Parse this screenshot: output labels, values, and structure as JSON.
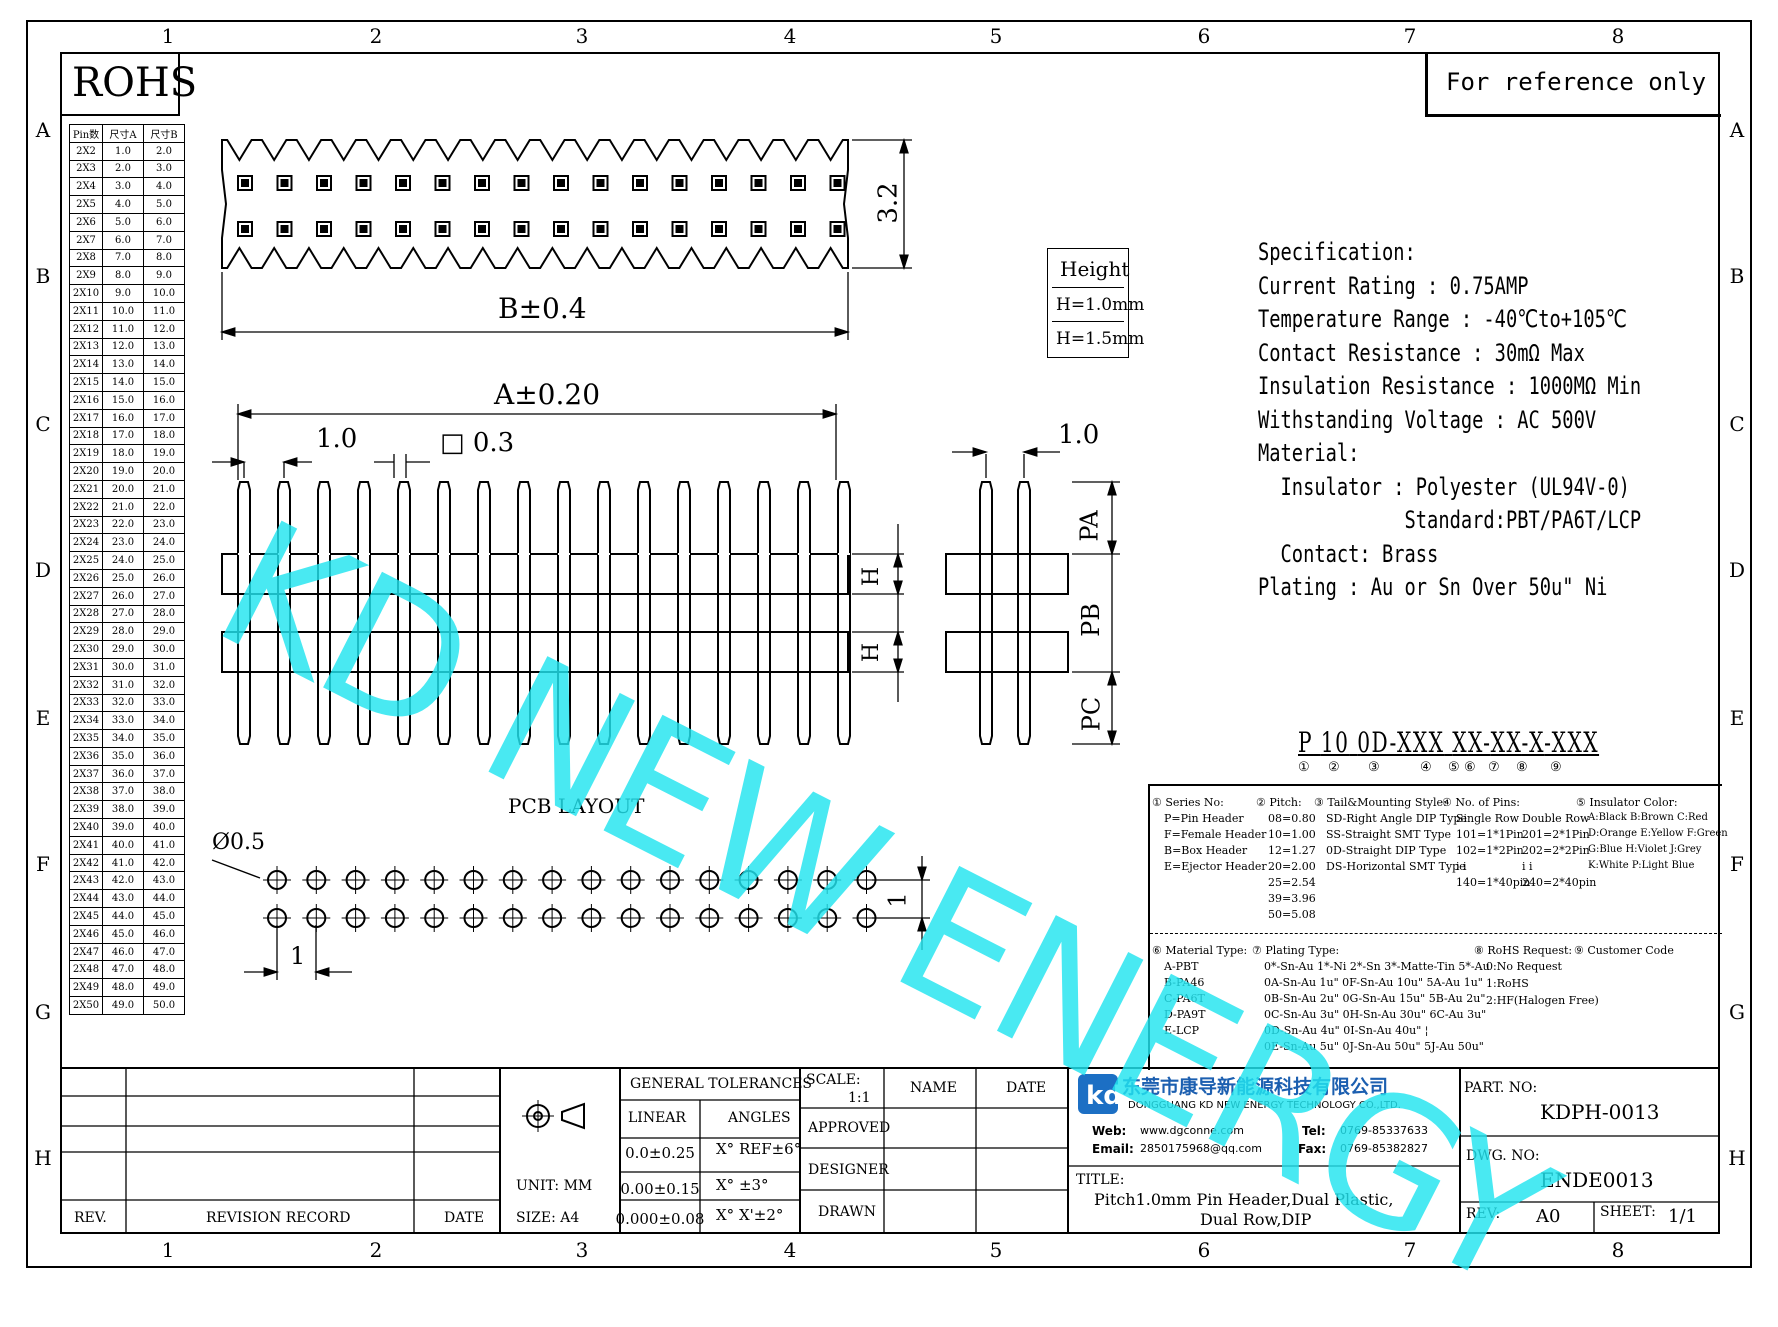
{
  "frame": {
    "col_labels": [
      "1",
      "2",
      "3",
      "4",
      "5",
      "6",
      "7",
      "8"
    ],
    "row_labels": [
      "A",
      "B",
      "C",
      "D",
      "E",
      "F",
      "G",
      "H"
    ]
  },
  "rohs": "ROHS",
  "reference_note": "For reference only",
  "watermark": "KD NEW ENERGY",
  "pin_table": {
    "headers": [
      "Pin数",
      "尺寸A",
      "尺寸B"
    ],
    "rows": [
      [
        "2X2",
        "1.0",
        "2.0"
      ],
      [
        "2X3",
        "2.0",
        "3.0"
      ],
      [
        "2X4",
        "3.0",
        "4.0"
      ],
      [
        "2X5",
        "4.0",
        "5.0"
      ],
      [
        "2X6",
        "5.0",
        "6.0"
      ],
      [
        "2X7",
        "6.0",
        "7.0"
      ],
      [
        "2X8",
        "7.0",
        "8.0"
      ],
      [
        "2X9",
        "8.0",
        "9.0"
      ],
      [
        "2X10",
        "9.0",
        "10.0"
      ],
      [
        "2X11",
        "10.0",
        "11.0"
      ],
      [
        "2X12",
        "11.0",
        "12.0"
      ],
      [
        "2X13",
        "12.0",
        "13.0"
      ],
      [
        "2X14",
        "13.0",
        "14.0"
      ],
      [
        "2X15",
        "14.0",
        "15.0"
      ],
      [
        "2X16",
        "15.0",
        "16.0"
      ],
      [
        "2X17",
        "16.0",
        "17.0"
      ],
      [
        "2X18",
        "17.0",
        "18.0"
      ],
      [
        "2X19",
        "18.0",
        "19.0"
      ],
      [
        "2X20",
        "19.0",
        "20.0"
      ],
      [
        "2X21",
        "20.0",
        "21.0"
      ],
      [
        "2X22",
        "21.0",
        "22.0"
      ],
      [
        "2X23",
        "22.0",
        "23.0"
      ],
      [
        "2X24",
        "23.0",
        "24.0"
      ],
      [
        "2X25",
        "24.0",
        "25.0"
      ],
      [
        "2X26",
        "25.0",
        "26.0"
      ],
      [
        "2X27",
        "26.0",
        "27.0"
      ],
      [
        "2X28",
        "27.0",
        "28.0"
      ],
      [
        "2X29",
        "28.0",
        "29.0"
      ],
      [
        "2X30",
        "29.0",
        "30.0"
      ],
      [
        "2X31",
        "30.0",
        "31.0"
      ],
      [
        "2X32",
        "31.0",
        "32.0"
      ],
      [
        "2X33",
        "32.0",
        "33.0"
      ],
      [
        "2X34",
        "33.0",
        "34.0"
      ],
      [
        "2X35",
        "34.0",
        "35.0"
      ],
      [
        "2X36",
        "35.0",
        "36.0"
      ],
      [
        "2X37",
        "36.0",
        "37.0"
      ],
      [
        "2X38",
        "37.0",
        "38.0"
      ],
      [
        "2X39",
        "38.0",
        "39.0"
      ],
      [
        "2X40",
        "39.0",
        "40.0"
      ],
      [
        "2X41",
        "40.0",
        "41.0"
      ],
      [
        "2X42",
        "41.0",
        "42.0"
      ],
      [
        "2X43",
        "42.0",
        "43.0"
      ],
      [
        "2X44",
        "43.0",
        "44.0"
      ],
      [
        "2X45",
        "44.0",
        "45.0"
      ],
      [
        "2X46",
        "45.0",
        "46.0"
      ],
      [
        "2X47",
        "46.0",
        "47.0"
      ],
      [
        "2X48",
        "47.0",
        "48.0"
      ],
      [
        "2X49",
        "48.0",
        "49.0"
      ],
      [
        "2X50",
        "49.0",
        "50.0"
      ]
    ]
  },
  "dims": {
    "height32": "3.2",
    "b": "B±0.4",
    "a": "A±0.20",
    "pitch_left": "1.0",
    "sq": "□ 0.3",
    "pitch_right": "1.0",
    "h1": "H",
    "h2": "H",
    "pa": "PA",
    "pb": "PB",
    "pc": "PC",
    "pcb_layout": "PCB LAYOUT",
    "hole": "Ø0.5",
    "pcb_pitch": "1",
    "pcb_row": "1"
  },
  "height_table": {
    "title": "Height",
    "rows": [
      "H=1.0mm",
      "H=1.5mm"
    ]
  },
  "spec": [
    "Specification:",
    "Current Rating : 0.75AMP",
    "Temperature Range : -40℃to+105℃",
    "Contact Resistance : 30mΩ Max",
    "Insulation Resistance : 1000MΩ Min",
    "Withstanding Voltage : AC 500V",
    "Material:",
    "  Insulator : Polyester (UL94V-0)",
    "             Standard:PBT/PA6T/LCP",
    "  Contact: Brass",
    "Plating : Au or Sn Over 50u\" Ni"
  ],
  "part_code": {
    "parts": [
      "P",
      "10",
      "0D-XXX",
      "X",
      "X-",
      "XX",
      "-X",
      "-XXX"
    ],
    "markers": [
      "①",
      "②",
      "③",
      "④",
      "⑤",
      "⑥",
      "⑦",
      "⑧",
      "⑨"
    ]
  },
  "legend1": {
    "series": {
      "title": "① Series No:",
      "items": [
        "P=Pin Header",
        "F=Female Header",
        "B=Box Header",
        "E=Ejector Header"
      ]
    },
    "pitch": {
      "title": "② Pitch:",
      "items": [
        "08=0.80",
        "10=1.00",
        "12=1.27",
        "20=2.00",
        "25=2.54",
        "39=3.96",
        "50=5.08"
      ]
    },
    "tail": {
      "title": "③ Tail&Mounting Style:",
      "items": [
        "SD-Right Angle DIP Type",
        "SS-Straight SMT Type",
        "0D-Straight DIP Type",
        "DS-Horizontal SMT Type"
      ]
    },
    "pins": {
      "title": "④ No. of Pins:",
      "col1_title": "Single Row",
      "col1": [
        "101=1*1Pin",
        "102=1*2Pin",
        "i  i",
        "140=1*40pin"
      ],
      "col2_title": "Double Row",
      "col2": [
        "201=2*1Pin",
        "202=2*2Pin",
        "i  i",
        "240=2*40pin"
      ]
    },
    "color": {
      "title": "⑤ Insulator Color:",
      "items": [
        "A:Black  B:Brown  C:Red",
        "D:Orange E:Yellow F:Green",
        "G:Blue   H:Violet J:Grey",
        "K:White  P:Light Blue"
      ]
    }
  },
  "legend2": {
    "material": {
      "title": "⑥ Material Type:",
      "items": [
        "A-PBT",
        "B-PA46",
        "C-PA6T",
        "D-PA9T",
        "E-LCP"
      ]
    },
    "plating": {
      "title": "⑦ Plating Type:",
      "items": [
        "0*-Sn-Au 1*-Ni 2*-Sn 3*-Matte-Tin 5*-Au",
        "0A-Sn-Au 1u\" 0F-Sn-Au 10u\" 5A-Au 1u\"",
        "0B-Sn-Au 2u\" 0G-Sn-Au 15u\" 5B-Au 2u\"",
        "0C-Sn-Au 3u\" 0H-Sn-Au 30u\" 6C-Au 3u\"",
        "0D-Sn-Au 4u\" 0I-Sn-Au 40u\"    ¦",
        "0E-Sn-Au 5u\" 0J-Sn-Au 50u\" 5J-Au 50u\""
      ]
    },
    "rohs": {
      "title": "⑧ RoHS Request:",
      "items": [
        "0:No Request",
        "1:RoHS",
        "2:HF(Halogen Free)"
      ]
    },
    "customer": {
      "title": "⑨ Customer Code"
    }
  },
  "title_block": {
    "rev": "REV.",
    "revision_record": "REVISION RECORD",
    "date": "DATE",
    "general_tolerances": "GENERAL TOLERANCES",
    "linear": "LINEAR",
    "angles": "ANGLES",
    "tol": [
      [
        "0.0±0.25",
        "X° REF±6°"
      ],
      [
        "0.00±0.15",
        "X° ±3°"
      ],
      [
        "0.000±0.08",
        "X° X'±2°"
      ]
    ],
    "unit": "UNIT: MM",
    "size": "SIZE: A4",
    "scale_label": "SCALE:",
    "scale_value": "1:1",
    "name": "NAME",
    "date2": "DATE",
    "approved": "APPROVED",
    "designer": "DESIGNER",
    "drawn": "DRAWN",
    "company_cn": "东莞市康导新能源科技有限公司",
    "company_en": "DONGGUANG KD NEW ENERGY TECHNOLOGY CO.,LTD.",
    "web_label": "Web:",
    "web": "www.dgconne.com",
    "tel_label": "Tel:",
    "tel": "0769-85337633",
    "email_label": "Email:",
    "email": "2850175968@qq.com",
    "fax_label": "Fax:",
    "fax": "0769-85382827",
    "title_label": "TITLE:",
    "title_line1": "Pitch1.0mm Pin Header,Dual Plastic,",
    "title_line2": "Dual Row,DIP",
    "part_no_label": "PART. NO:",
    "part_no": "KDPH-0013",
    "dwg_no_label": "DWG. NO:",
    "dwg_no": "ENDE0013",
    "rev_label": "REV:",
    "rev_value": "A0",
    "sheet_label": "SHEET:",
    "sheet_value": "1/1"
  }
}
